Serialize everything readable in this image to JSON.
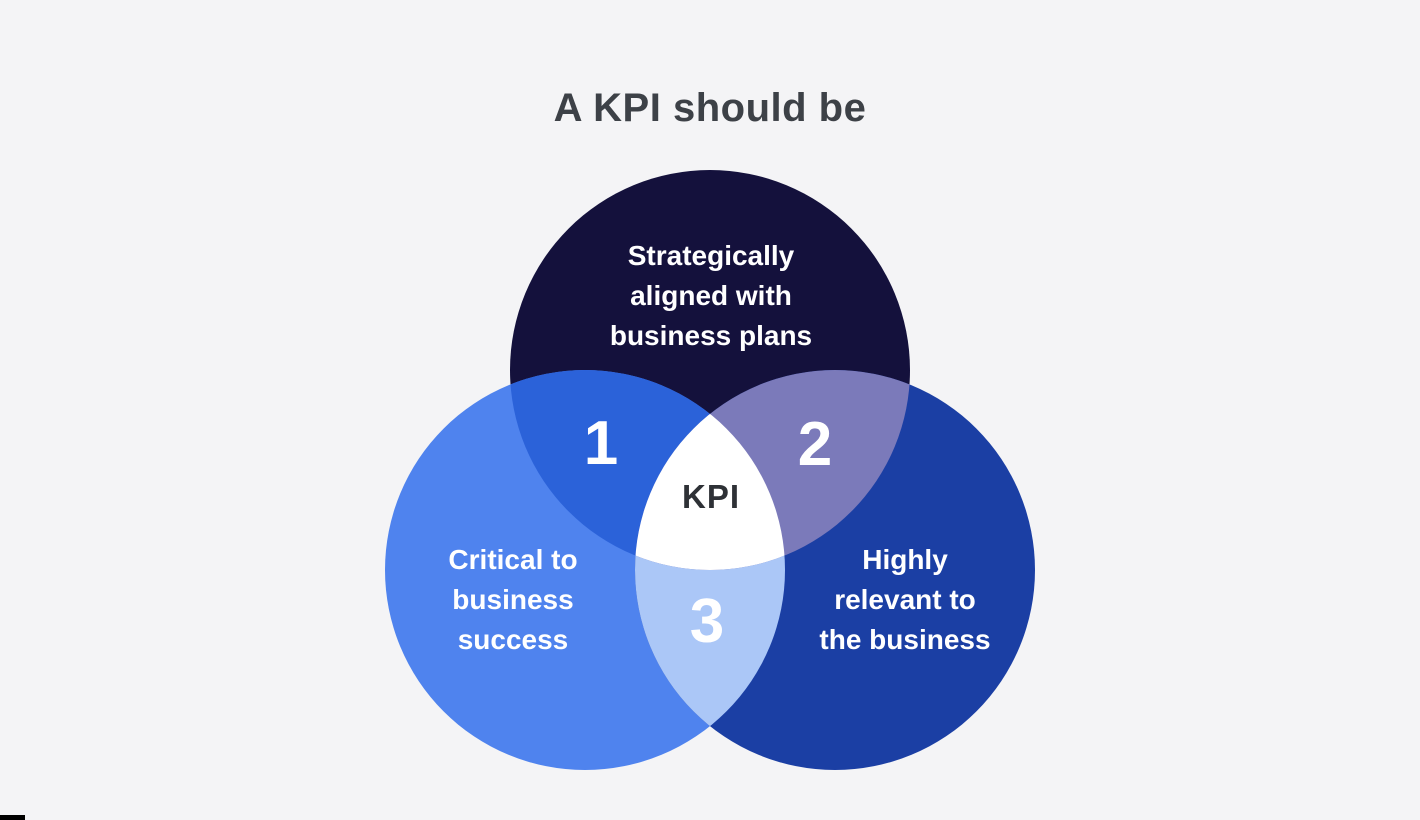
{
  "page": {
    "background_color": "#f4f4f6",
    "title": "A KPI should be",
    "title_color": "#3d4147"
  },
  "venn": {
    "circles": [
      {
        "name": "top",
        "color": "#14113c",
        "lines": [
          "Strategically",
          "aligned with",
          "business plans"
        ]
      },
      {
        "name": "left",
        "color": "#4f83ee",
        "lines": [
          "Critical to",
          "business",
          "success"
        ]
      },
      {
        "name": "right",
        "color": "#1b3fa4",
        "lines": [
          "Highly",
          "relevant to",
          "the business"
        ]
      }
    ],
    "overlaps": [
      {
        "name": "top-left",
        "number": "1",
        "color": "#2b62d9"
      },
      {
        "name": "top-right",
        "number": "2",
        "color": "#7b7aba"
      },
      {
        "name": "left-right",
        "number": "3",
        "color": "#abc7f7"
      }
    ],
    "center": {
      "label": "KPI",
      "color": "#ffffff",
      "text_color": "#2e3136"
    }
  }
}
